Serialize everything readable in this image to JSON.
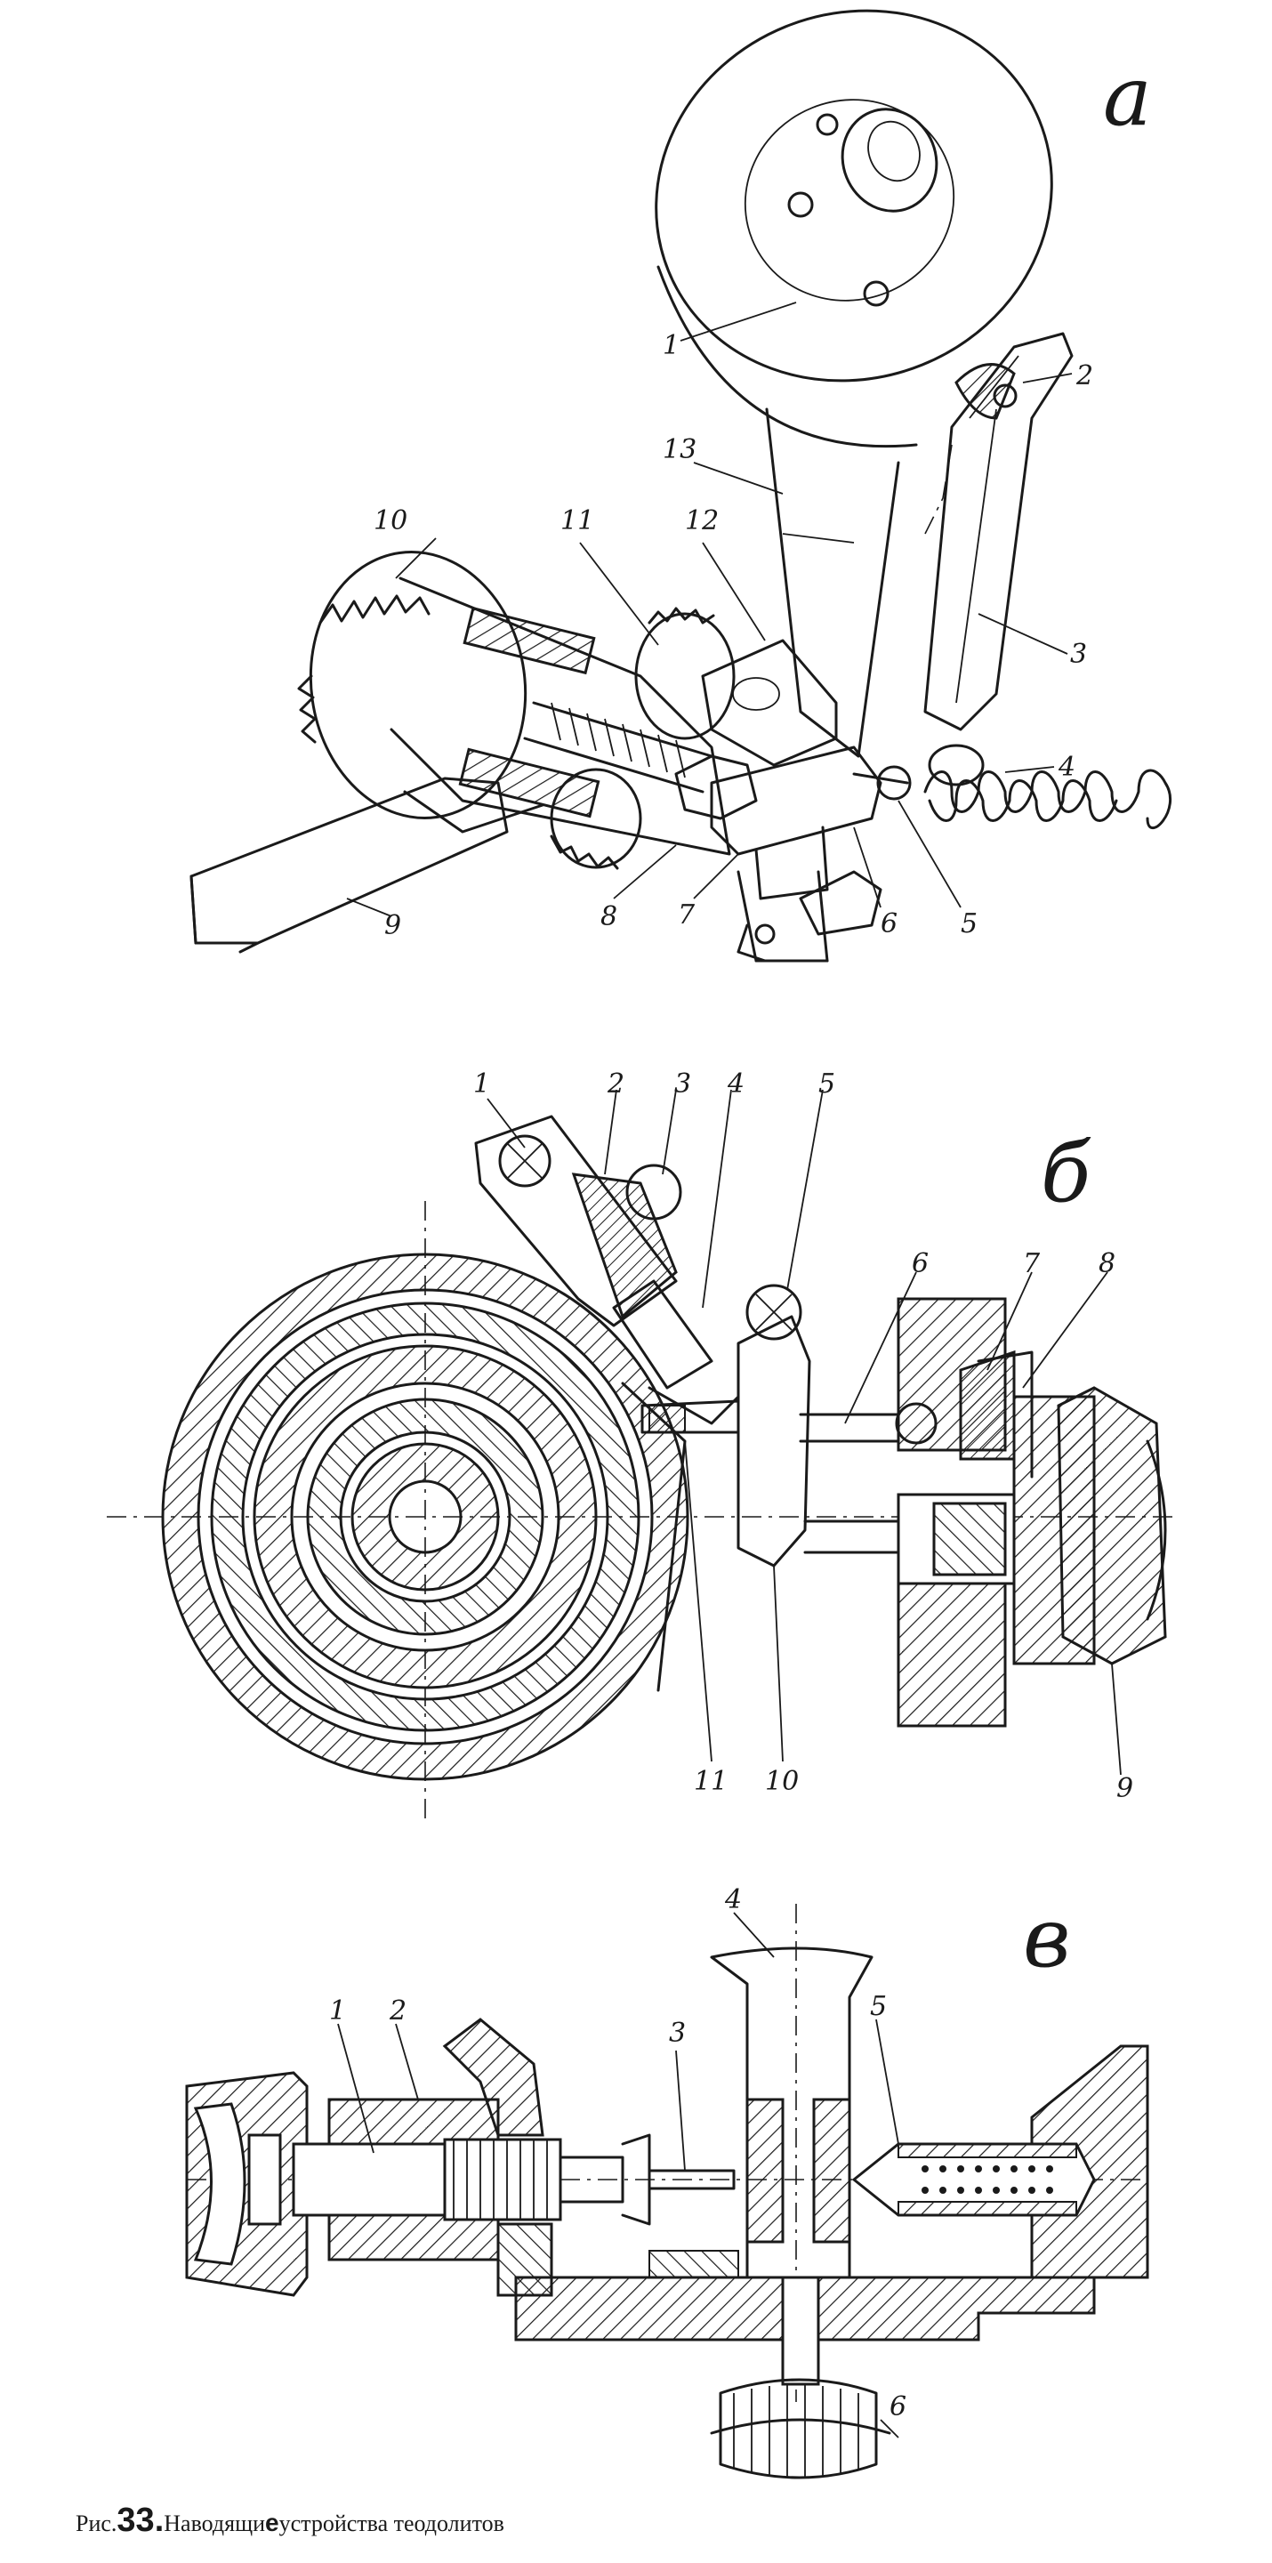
{
  "figure": {
    "caption": {
      "prefix": "Рис.",
      "number": "33.",
      "text_a": "Наводящи",
      "text_b": "е",
      "text_c": "устройства",
      "text_d": " теодолитов"
    },
    "panels": {
      "a": {
        "letter": "а",
        "labels": [
          "1",
          "2",
          "3",
          "4",
          "5",
          "6",
          "7",
          "8",
          "9",
          "10",
          "11",
          "12",
          "13"
        ]
      },
      "b": {
        "letter": "б",
        "labels": [
          "1",
          "2",
          "3",
          "4",
          "5",
          "6",
          "7",
          "8",
          "9",
          "10",
          "11"
        ]
      },
      "v": {
        "letter": "в",
        "labels": [
          "1",
          "2",
          "3",
          "4",
          "5",
          "6"
        ]
      }
    }
  }
}
